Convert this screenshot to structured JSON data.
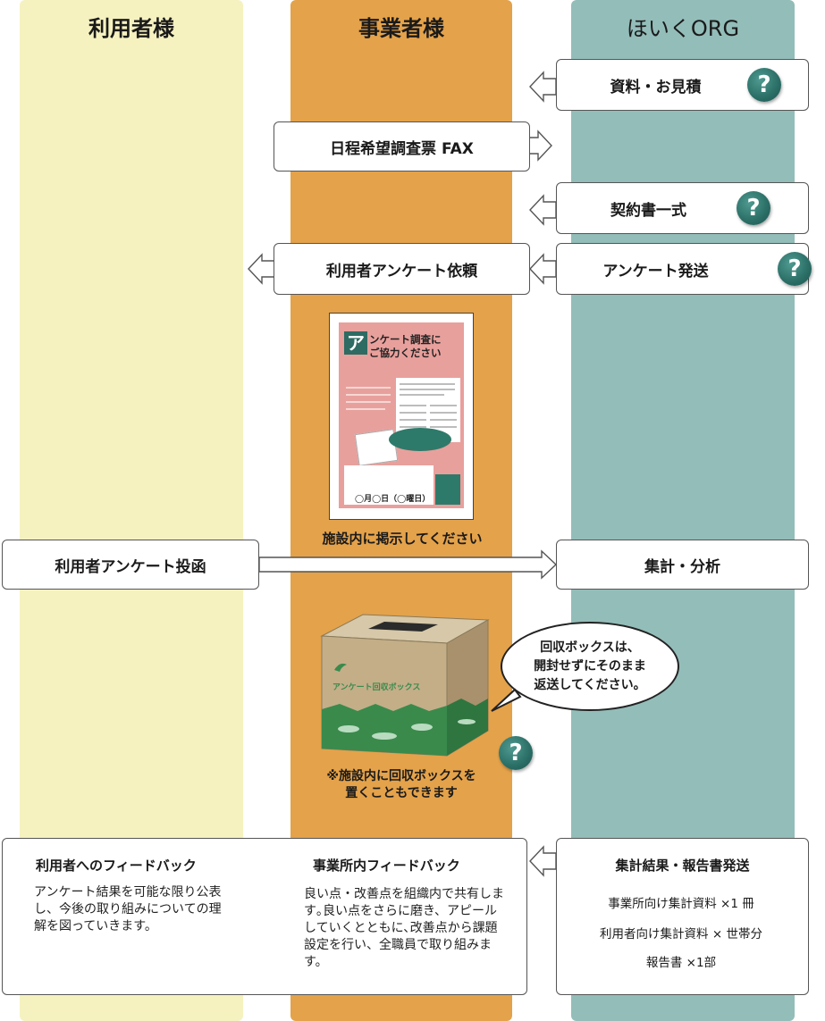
{
  "lanes": {
    "user": "利用者様",
    "business": "事業者様",
    "org": "ほいくORG"
  },
  "boxes": {
    "materials": "資料・お見積",
    "schedule_fax": "日程希望調査票 FAX",
    "contract": "契約書一式",
    "survey_request": "利用者アンケート依頼",
    "survey_send": "アンケート発送",
    "user_vote": "利用者アンケート投函",
    "analysis": "集計・分析"
  },
  "help_icon": "?",
  "poster": {
    "title_initial": "ア",
    "title_line1": "ンケート調査に",
    "title_line2": "ご協力ください",
    "date": "◯月◯日（◯曜日）",
    "caption": "施設内に掲示してください"
  },
  "collection_box": {
    "label": "アンケート回収ボックス",
    "note_line1": "※施設内に回収ボックスを",
    "note_line2": "置くこともできます",
    "speech": "回収ボックスは、\n開封せずにそのまま\n返送してください。"
  },
  "feedback": {
    "user_title": "利用者へのフィードバック",
    "user_body": "アンケート結果を可能な限り公表し、今後の取り組みについての理解を図っていきます。",
    "business_title": "事業所内フィードバック",
    "business_body": "良い点・改善点を組織内で共有します｡良い点をさらに磨き、アピールしていくとともに､改善点から課題設定を行い、全職員で取り組みます。",
    "org_title": "集計結果・報告書発送",
    "org_items": [
      "事業所向け集計資料 ×1 冊",
      "利用者向け集計資料 × 世帯分",
      "報告書 ×1部"
    ]
  },
  "colors": {
    "user_lane": "#f6f2c0",
    "business_lane": "#e4a24a",
    "org_lane": "#93bdb9",
    "help_icon": "#2a6e66",
    "box_green": "#3a8a4c"
  }
}
